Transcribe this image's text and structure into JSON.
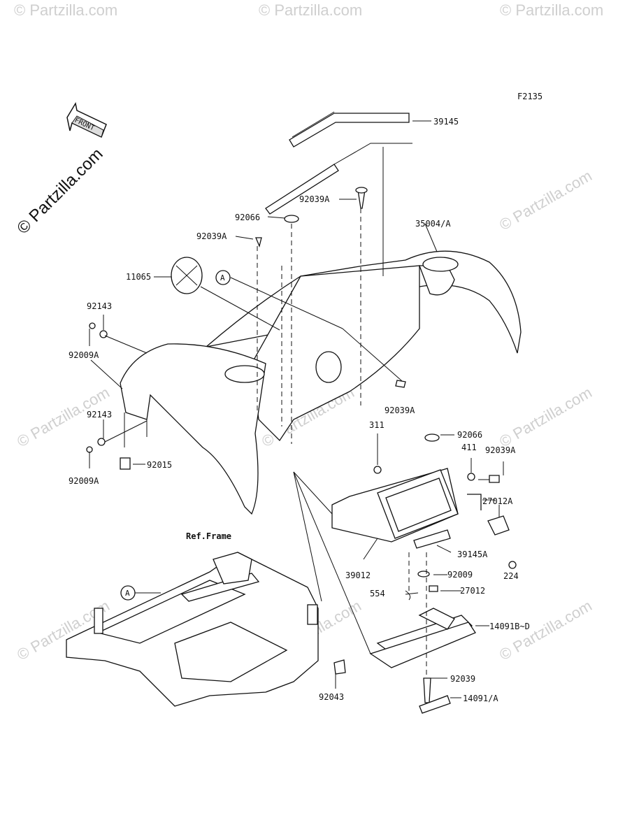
{
  "diagram": {
    "code": "F2135",
    "front_label": "FRONT",
    "ref_frame_label": "Ref.Frame",
    "marker_a": "A",
    "watermark": "© Partzilla.com",
    "watermark_small": "© Partzilla.com"
  },
  "parts": {
    "p39145": "39145",
    "p92039A_top": "92039A",
    "p92066_top": "92066",
    "p35004": "35004/A",
    "p92039A_left": "92039A",
    "p11065": "11065",
    "p92143_a": "92143",
    "p92009A_a": "92009A",
    "p92039A_mid": "92039A",
    "p92143_b": "92143",
    "p92009A_b": "92009A",
    "p92015": "92015",
    "p311": "311",
    "p92066_right": "92066",
    "p411": "411",
    "p92039A_right": "92039A",
    "p27012A": "27012A",
    "p39145A": "39145A",
    "p39012": "39012",
    "p224": "224",
    "p92009": "92009",
    "p554": "554",
    "p27012": "27012",
    "p14091BD": "14091B~D",
    "p92039": "92039",
    "p92043": "92043",
    "p14091A": "14091/A"
  }
}
